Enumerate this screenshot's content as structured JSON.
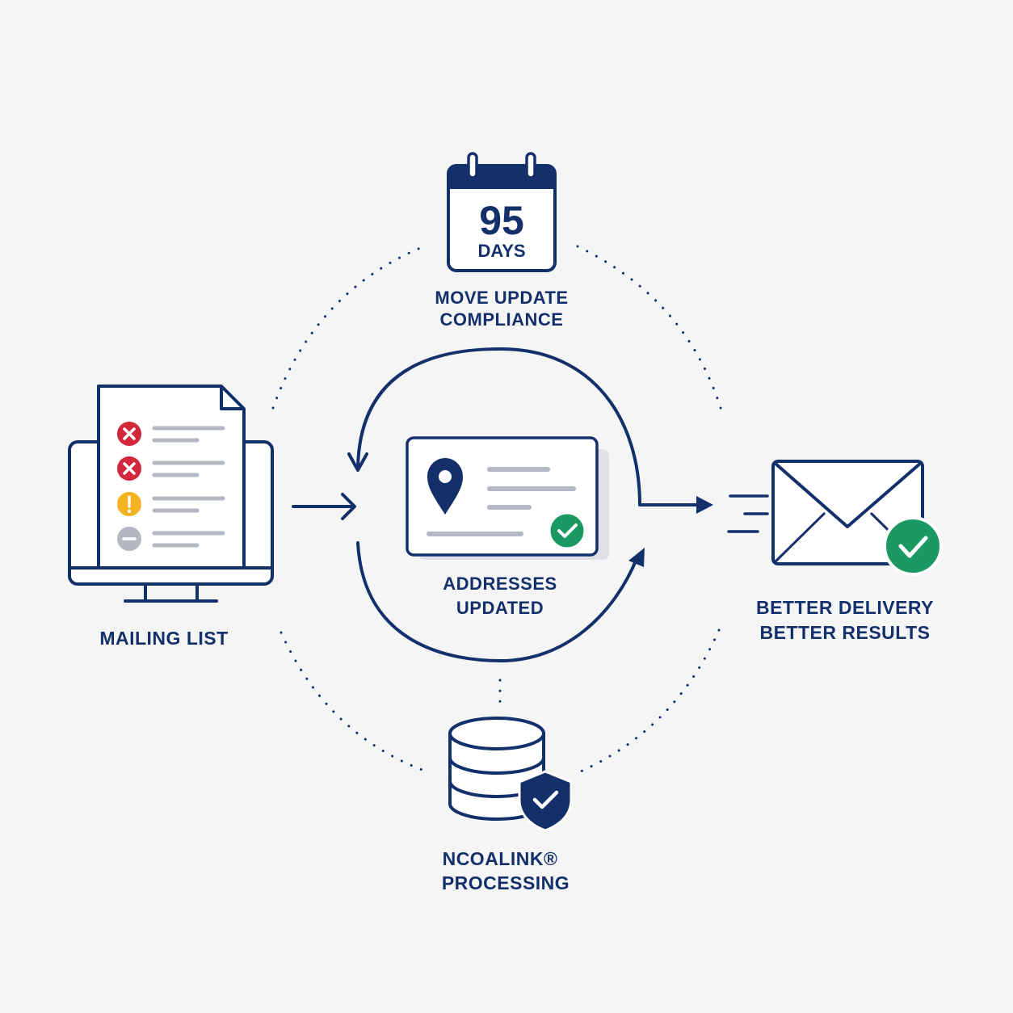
{
  "nodes": {
    "compliance": {
      "number": "95",
      "unit": "DAYS",
      "label_line1": "MOVE UPDATE",
      "label_line2": "COMPLIANCE",
      "icon": "calendar-icon"
    },
    "mailing_list": {
      "label": "MAILING LIST",
      "icon": "computer-document-icon",
      "row_status_icons": [
        "error-icon",
        "error-icon",
        "warning-icon",
        "neutral-icon"
      ]
    },
    "addresses": {
      "label_line1": "ADDRESSES",
      "label_line2": "UPDATED",
      "icon": "address-card-icon"
    },
    "delivery": {
      "label_line1": "BETTER DELIVERY",
      "label_line2": "BETTER RESULTS",
      "icon": "envelope-check-icon"
    },
    "processing": {
      "label_line1": "NCOALINK®",
      "label_line2": "PROCESSING",
      "icon": "database-shield-icon"
    }
  },
  "colors": {
    "navy": "#14306b",
    "red": "#d3283b",
    "amber": "#f2b322",
    "gray": "#b3b8c2",
    "green": "#1a9a62",
    "line_gray": "#b8bdc6",
    "background": "#f5f5f6"
  }
}
